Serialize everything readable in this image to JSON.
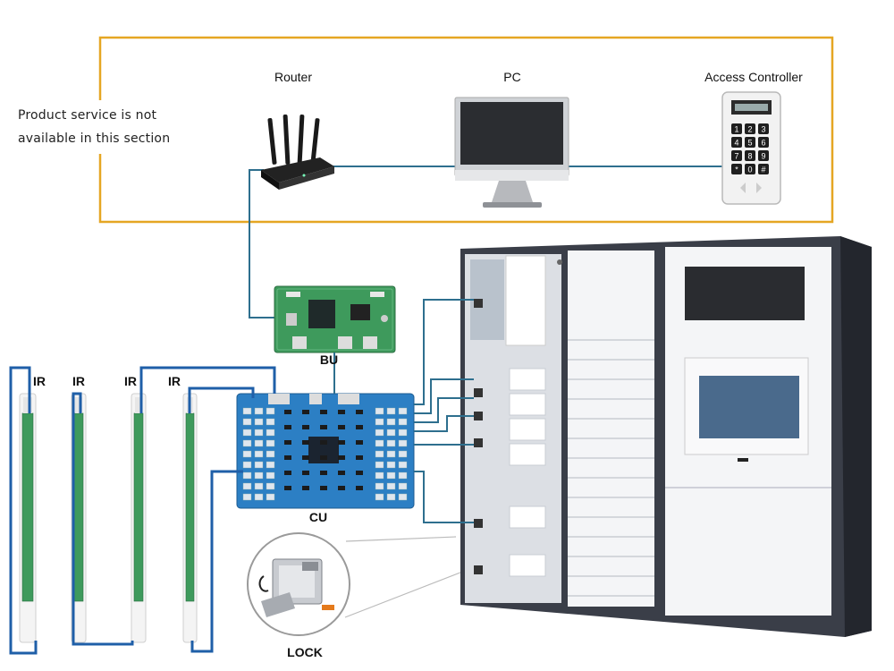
{
  "note": {
    "line1": "Product service is not",
    "line2": "available in this section"
  },
  "devices": {
    "router": "Router",
    "pc": "PC",
    "access_controller": "Access Controller"
  },
  "boards": {
    "bu": "BU",
    "cu": "CU",
    "lock": "LOCK"
  },
  "sensors": [
    "IR",
    "IR",
    "IR",
    "IR"
  ],
  "keypad_keys": [
    "1",
    "2",
    "3",
    "4",
    "5",
    "6",
    "7",
    "8",
    "9",
    "*",
    "0",
    "#"
  ],
  "colors": {
    "section_border": "#E5A623",
    "wire_blue": "#1F5FA8",
    "wire_teal": "#2E6F8E",
    "pcb_green": "#3E9A5C",
    "pcb_blue": "#2C7FC4",
    "locker_frame": "#3A3E48"
  }
}
